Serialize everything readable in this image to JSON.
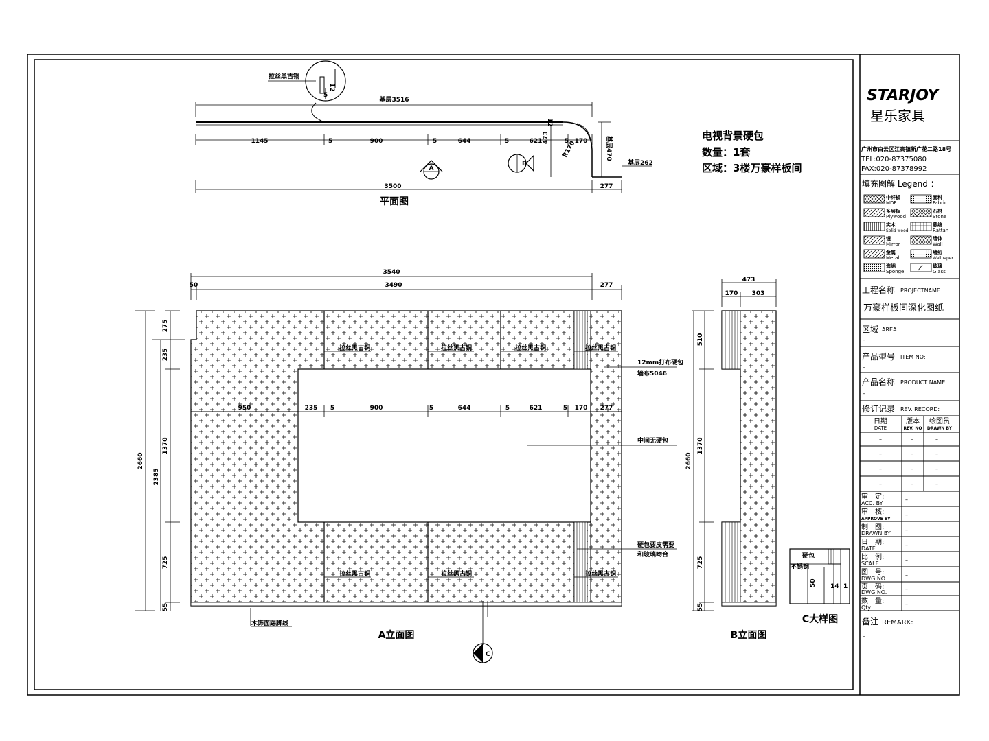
{
  "brand": {
    "logo": "STARJOY",
    "cn_name": "星乐家具"
  },
  "company": {
    "address": "广州市白云区江高镇新广花二路18号",
    "tel": "TEL:020-87375080",
    "fax": "FAX:020-87378992"
  },
  "legend": {
    "title": "填充图解 Legend ：",
    "items": [
      {
        "cn": "中纤板",
        "en": "MDF"
      },
      {
        "cn": "面料",
        "en": "Fabric"
      },
      {
        "cn": "多层板",
        "en": "Plywood"
      },
      {
        "cn": "石材",
        "en": "Stone"
      },
      {
        "cn": "实木",
        "en": "Solid wood"
      },
      {
        "cn": "藤编",
        "en": "Rattan"
      },
      {
        "cn": "镜",
        "en": "Mirror"
      },
      {
        "cn": "墙体",
        "en": "Wall"
      },
      {
        "cn": "金属",
        "en": "Metal"
      },
      {
        "cn": "墙纸",
        "en": "Wallpaper"
      },
      {
        "cn": "海绵",
        "en": "Sponge"
      },
      {
        "cn": "玻璃",
        "en": "Glass"
      }
    ]
  },
  "project": {
    "name_label_cn": "工程名称",
    "name_label_en": "PROJECTNAME:",
    "name_value": "万豪样板间深化图纸",
    "area_label_cn": "区域",
    "area_label_en": "AREA:",
    "area_value": "–",
    "item_label_cn": "产品型号",
    "item_label_en": "ITEM NO:",
    "item_value": "–",
    "product_label_cn": "产品名称",
    "product_label_en": "PRODUCT NAME:",
    "product_value": "–"
  },
  "revision": {
    "label_cn": "修订记录",
    "label_en": "REV. RECORD:",
    "cols": [
      {
        "cn": "日期",
        "en": "DATE"
      },
      {
        "cn": "版本",
        "en": "REV. NO"
      },
      {
        "cn": "绘图员",
        "en": "DRAWN BY"
      }
    ],
    "rows": [
      [
        "–",
        "–",
        "–"
      ],
      [
        "–",
        "–",
        "–"
      ],
      [
        "–",
        "–",
        "–"
      ],
      [
        "–",
        "–",
        "–"
      ]
    ]
  },
  "signoff": [
    {
      "cn": "审　定:",
      "en": "ACC. BY",
      "value": "–"
    },
    {
      "cn": "审　核:",
      "en": "APPROVE BY",
      "value": "–"
    },
    {
      "cn": "制　图:",
      "en": "DRAWN BY",
      "value": "–"
    },
    {
      "cn": "日　期:",
      "en": "DATE.",
      "value": "–"
    },
    {
      "cn": "比　例:",
      "en": "SCALE.",
      "value": "–"
    },
    {
      "cn": "图　号:",
      "en": "DWG NO.",
      "value": "–"
    },
    {
      "cn": "页　码:",
      "en": "DWG NO.",
      "value": "–"
    },
    {
      "cn": "数　量:",
      "en": "Qty.",
      "value": "–"
    }
  ],
  "remark": {
    "label_cn": "备注",
    "label_en": "REMARK:",
    "value": "–"
  },
  "info": {
    "line1": "电视背景硬包",
    "line2": "数量：1套",
    "line3": "区域：3楼万豪样板间"
  },
  "plan": {
    "title": "平面图",
    "detail_label": "拉丝黑古铜",
    "detail_dims": [
      "12",
      "5"
    ],
    "top_dim": "基层3516",
    "segments": [
      "1145",
      "5",
      "900",
      "5",
      "644",
      "5",
      "621",
      "5",
      "170"
    ],
    "corner_dims": [
      "12",
      "473",
      "R170"
    ],
    "right_label": "基层470",
    "base_label": "基层262",
    "bottom_dim": "3500",
    "bottom_right": "277",
    "markers": [
      "A",
      "B"
    ]
  },
  "elev_a": {
    "title": "A立面图",
    "top_total": "3540",
    "top_sub": [
      "50",
      "3490",
      "277"
    ],
    "mid_dims": [
      "950",
      "235",
      "5",
      "900",
      "5",
      "644",
      "5",
      "621",
      "5",
      "170",
      "277"
    ],
    "left_outer": "2660",
    "left_inner": "2385",
    "left_segments": [
      "275",
      "235",
      "1370",
      "725",
      "55"
    ],
    "labels": {
      "copper": "拉丝黑古铜",
      "fabric1": "12mm打布硬包",
      "fabric2": "墙布5046",
      "center": "中间无硬包",
      "note1": "硬包要皮需要",
      "note2": "和玻璃吻合",
      "skirting": "木饰面踢脚线"
    },
    "marker": "C"
  },
  "elev_b": {
    "title": "B立面图",
    "top_total": "473",
    "top_sub": [
      "170",
      "303"
    ],
    "left_outer": "2660",
    "left_segments": [
      "510",
      "1370",
      "725",
      "55"
    ]
  },
  "detail_c": {
    "title": "C大样图",
    "label1": "硬包",
    "label2": "不锈钢",
    "dims": [
      "50",
      "14",
      "1"
    ]
  }
}
